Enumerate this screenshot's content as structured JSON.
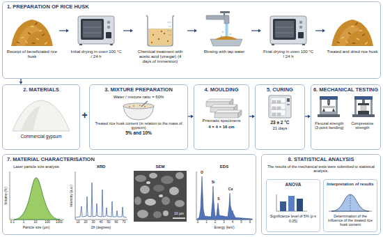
{
  "diagram": {
    "nodes": [
      {
        "text": [
          "1. PREPARATION OF RICE HUSK"
        ]
      },
      {
        "text": [
          "Receipt of beneficiated rice husk"
        ],
        "in": 0
      },
      {
        "text": [
          "Initial drying in oven 100 °C / 24 h"
        ],
        "in": 0
      },
      {
        "text": [
          "Chemical treatment with acetic acid (vinegar) (4 days of immersion)"
        ],
        "in": 0
      },
      {
        "text": [
          "Rinsing with tap water"
        ],
        "in": 0
      },
      {
        "text": [
          "Final drying in oven 100 °C / 24 h"
        ],
        "in": 0
      },
      {
        "text": [
          "Treated and dried rice husk"
        ],
        "in": 0
      },
      {
        "text": [
          "2. MATERIALS",
          "Commercial gypsum"
        ]
      },
      {
        "text": [
          "3. MIXTURE PREPARATION",
          "Water / mixture ratio = 60%",
          "Treated rice husk content (in relation to the mass of gypsum)",
          "5% and 10%"
        ]
      },
      {
        "text": [
          "4. MOULDING",
          "Prismatic specimens",
          "4 × 4 × 16 cm"
        ]
      },
      {
        "text": [
          "5. CURING",
          "23 ± 2 °C",
          "21 days"
        ]
      },
      {
        "text": [
          "6. MECHANICAL TESTING",
          "Flexural strength (3-point bending)",
          "Compressive strength"
        ]
      },
      {
        "text": [
          "7. MATERIAL CHARACTERISATION"
        ]
      },
      {
        "text": [
          "8. STATISTICAL ANALYSIS",
          "The results of the mechanical tests were submitted to statistical analysis."
        ]
      },
      {
        "text": [
          "ANOVA",
          "Significance level of 5% (p ≤ 0.05)"
        ],
        "in": 13
      },
      {
        "text": [
          "Interpretation of results",
          "Determination of the influence of the treated rice husk content"
        ],
        "in": 13
      }
    ],
    "edges": [
      {
        "from": 1,
        "to": 2,
        "arrow": "to"
      },
      {
        "from": 2,
        "to": 3,
        "arrow": "to"
      },
      {
        "from": 3,
        "to": 4,
        "arrow": "to"
      },
      {
        "from": 4,
        "to": 5,
        "arrow": "to"
      },
      {
        "from": 5,
        "to": 6,
        "arrow": "to"
      },
      {
        "from": 0,
        "to": 7,
        "arrow": "to"
      },
      {
        "from": 8,
        "to": 9,
        "arrow": "to"
      },
      {
        "from": 9,
        "to": 10,
        "arrow": "to"
      },
      {
        "from": 10,
        "to": 11,
        "arrow": "to"
      }
    ],
    "labels": [
      "+",
      "Laser particle size analysis",
      "Volume (%)",
      "0.1",
      "1",
      "10",
      "100",
      "1000",
      "Particle size (µm)",
      "XRD",
      "Intensity (a.u.)",
      "10",
      "20",
      "30",
      "40",
      "50",
      "60",
      "70",
      "2θ (degrees)",
      "SEM",
      "10 µm",
      "EDS",
      "O",
      "Si",
      "S",
      "Ca",
      "0",
      "1",
      "2",
      "3",
      "4",
      "5",
      "6",
      "Energy (keV)"
    ]
  }
}
